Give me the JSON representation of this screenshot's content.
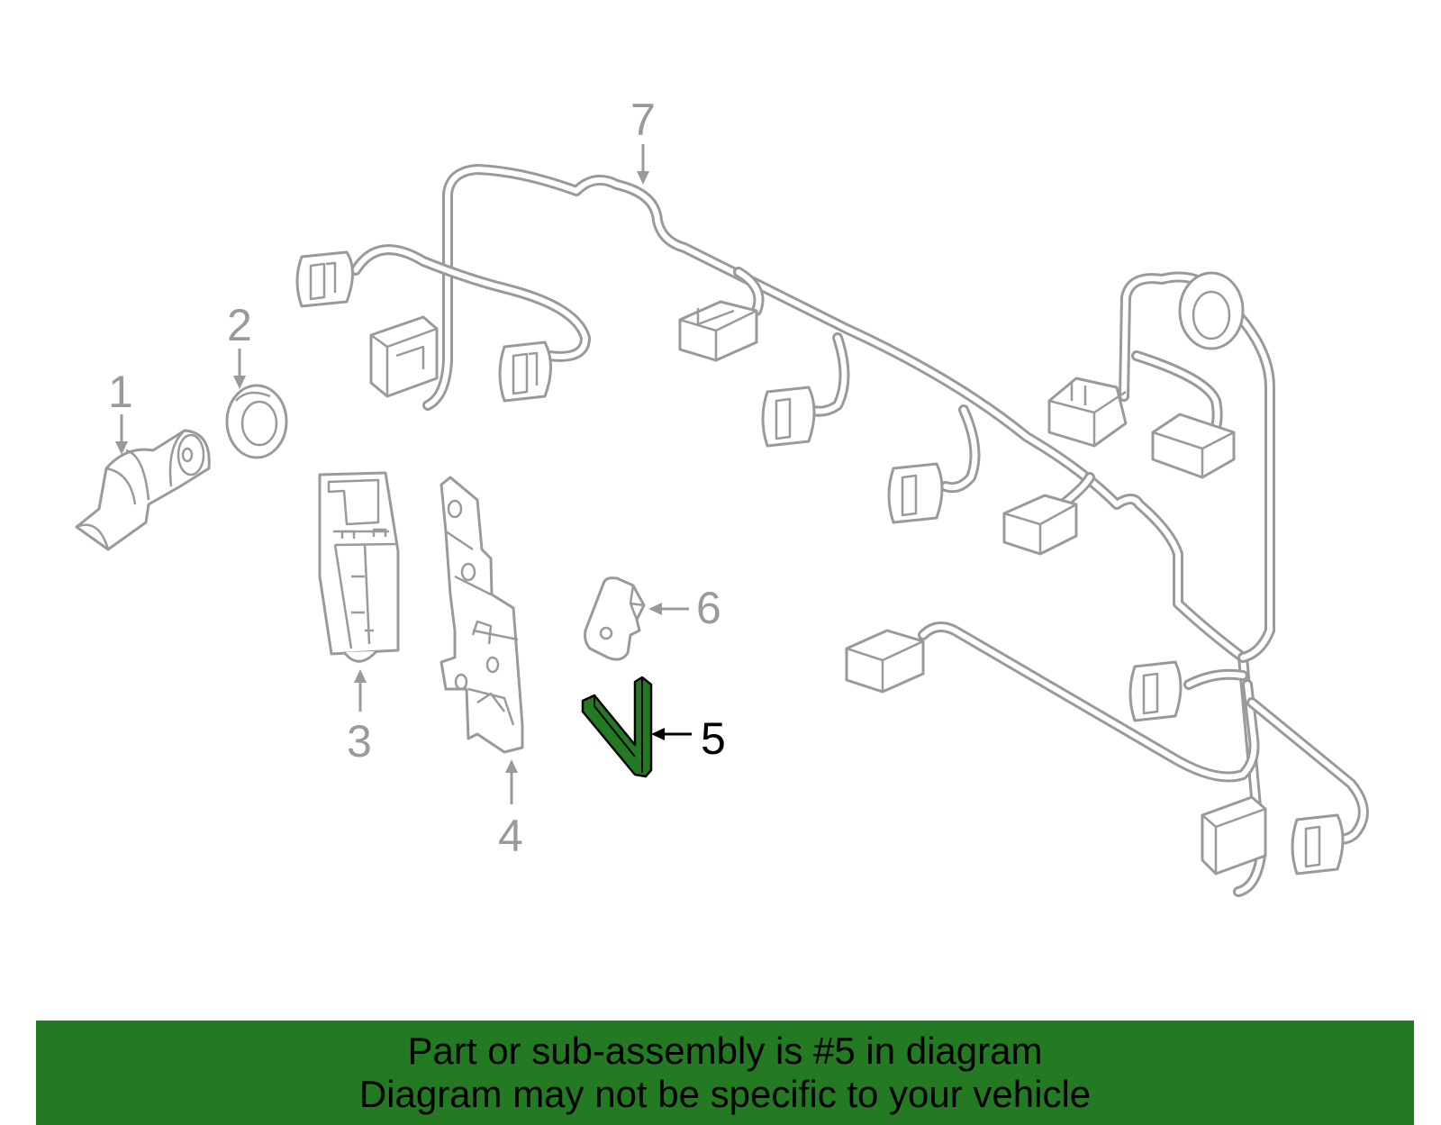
{
  "callouts": {
    "c1": "1",
    "c2": "2",
    "c3": "3",
    "c4": "4",
    "c5": "5",
    "c6": "6",
    "c7": "7"
  },
  "highlighted_part": "5",
  "colors": {
    "highlight": "#237a23",
    "outline": "#9a9a9a",
    "banner": "#237a23"
  },
  "banner": {
    "line1": "Part or sub-assembly is #5 in diagram",
    "line2": "Diagram may not be specific to your vehicle"
  }
}
